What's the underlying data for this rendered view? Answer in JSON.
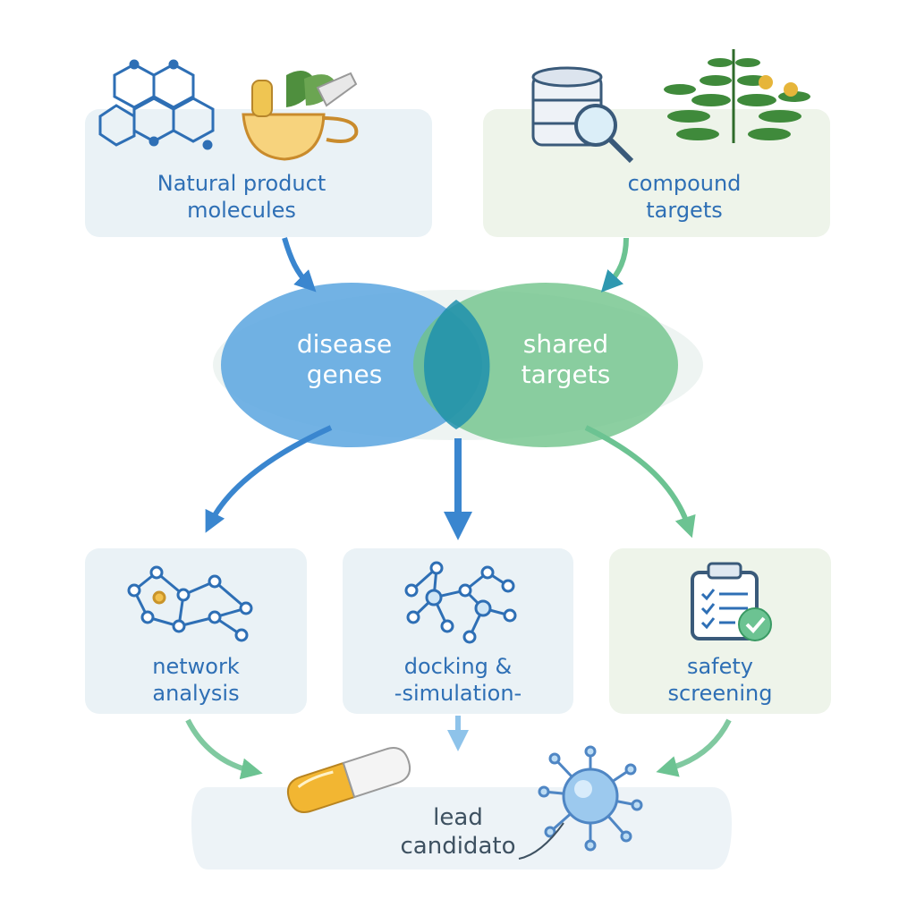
{
  "nodes": {
    "natural_products": {
      "line1": "Natural product",
      "line2": "molecules"
    },
    "compound_targets": {
      "line1": "compound",
      "line2": "targets"
    },
    "disease_genes": {
      "line1": "disease",
      "line2": "genes"
    },
    "shared_targets": {
      "line1": "shared",
      "line2": "targets"
    },
    "network_analysis": {
      "line1": "network",
      "line2": "analysis"
    },
    "docking": {
      "line1": "docking &",
      "line2": "-simulation-"
    },
    "safety": {
      "line1": "safety",
      "line2": "screening"
    },
    "lead": {
      "line1": "lead",
      "line2": "candidato"
    }
  },
  "colors": {
    "blue_text": "#2e6fb5",
    "dark_text": "#3e5161",
    "blue_ellipse": "#5fa7e0",
    "green_ellipse": "#6fc38a",
    "overlap": "#1f8fad",
    "card_blue": "#eaf2f6",
    "card_green": "#eef4ea"
  },
  "icons": [
    "molecule-icon",
    "herb-bowl-icon",
    "database-search-icon",
    "fern-plant-icon",
    "network-graph-icon",
    "docking-graph-icon",
    "clipboard-check-icon",
    "capsule-icon",
    "virus-cell-icon"
  ]
}
